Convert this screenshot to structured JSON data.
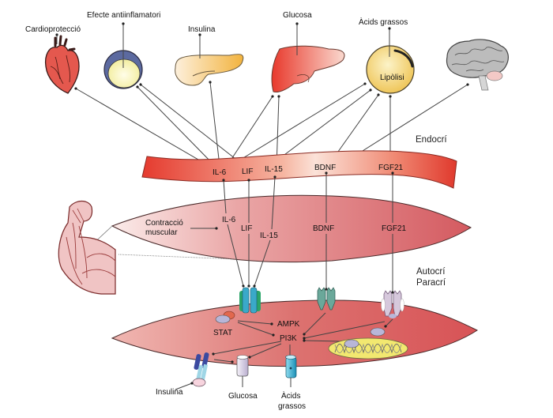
{
  "organs": {
    "heart": {
      "label": "Cardioprotecció"
    },
    "anti_inflammatory": {
      "label": "Efecte antiinflamatori"
    },
    "pancreas": {
      "label": "Insulina"
    },
    "liver": {
      "label": "Glucosa"
    },
    "adipocyte": {
      "label": "Àcids grassos",
      "inner_label": "Lipòlisi"
    },
    "brain": {
      "label": ""
    }
  },
  "blood_vessel": {
    "section_label": "Endocrí",
    "myokines": [
      "IL-6",
      "LIF",
      "IL-15",
      "BDNF",
      "FGF21"
    ]
  },
  "muscle_fiber": {
    "trigger_label_line1": "Contracció",
    "trigger_label_line2": "muscular",
    "myokines": [
      "IL-6",
      "LIF",
      "IL-15",
      "BDNF",
      "FGF21"
    ]
  },
  "local_signaling": {
    "section_label_line1": "Autocrí",
    "section_label_line2": "Paracrí"
  },
  "target_cell": {
    "pathways": [
      "STAT",
      "AMPK",
      "PI3K"
    ],
    "outputs": {
      "insulin": "Insulina",
      "glucose": "Glucosa",
      "fatty_acids_line1": "Àcids",
      "fatty_acids_line2": "grassos"
    }
  },
  "colors": {
    "vessel_red": "#e8453a",
    "fiber_pink": "#d9646a",
    "cell_pink": "#d85f63",
    "receptor_teal": "#6aa89a",
    "receptor_blue": "#3aa9c9",
    "receptor_lilac": "#c9b6cf",
    "fat_yellow": "#f0cd62"
  }
}
